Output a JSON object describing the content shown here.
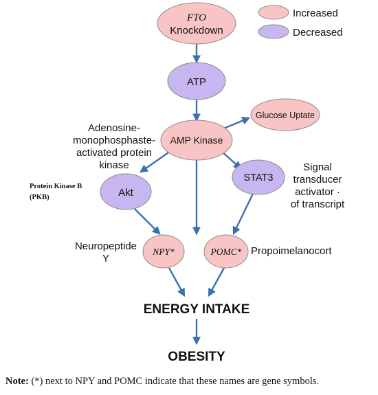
{
  "colors": {
    "increased_fill": "#f9c4c4",
    "decreased_fill": "#c7b6ef",
    "node_stroke": "#8b8b8b",
    "arrow": "#3a6fb0",
    "text": "#111111"
  },
  "legend": {
    "increased": "Increased",
    "decreased": "Decreased"
  },
  "nodes": {
    "fto_line1": "FTO",
    "fto_line2": "Knockdown",
    "atp": "ATP",
    "amp_kinase": "AMP Kinase",
    "glucose": "Glucose Uptate",
    "akt": "Akt",
    "stat3": "STAT3",
    "npy": "NPY*",
    "pomc": "POMC*"
  },
  "labels": {
    "ampk_desc": [
      "Adenosine-",
      "monophosphaste-",
      "activated protein",
      "kinase"
    ],
    "pkb": [
      "Protein Kinase B",
      "(PKB)"
    ],
    "stat3_desc": [
      "Signal",
      "transducer",
      "activator ·",
      "of transcript"
    ],
    "npy_desc": [
      "Neuropeptide",
      "Y"
    ],
    "pomc_desc": "Propoimelanocort",
    "energy_intake": "ENERGY INTAKE",
    "obesity": "OBESITY"
  },
  "note": {
    "bold": "Note:",
    "text": " (*) next to NPY and POMC indicate that these names are gene symbols."
  }
}
